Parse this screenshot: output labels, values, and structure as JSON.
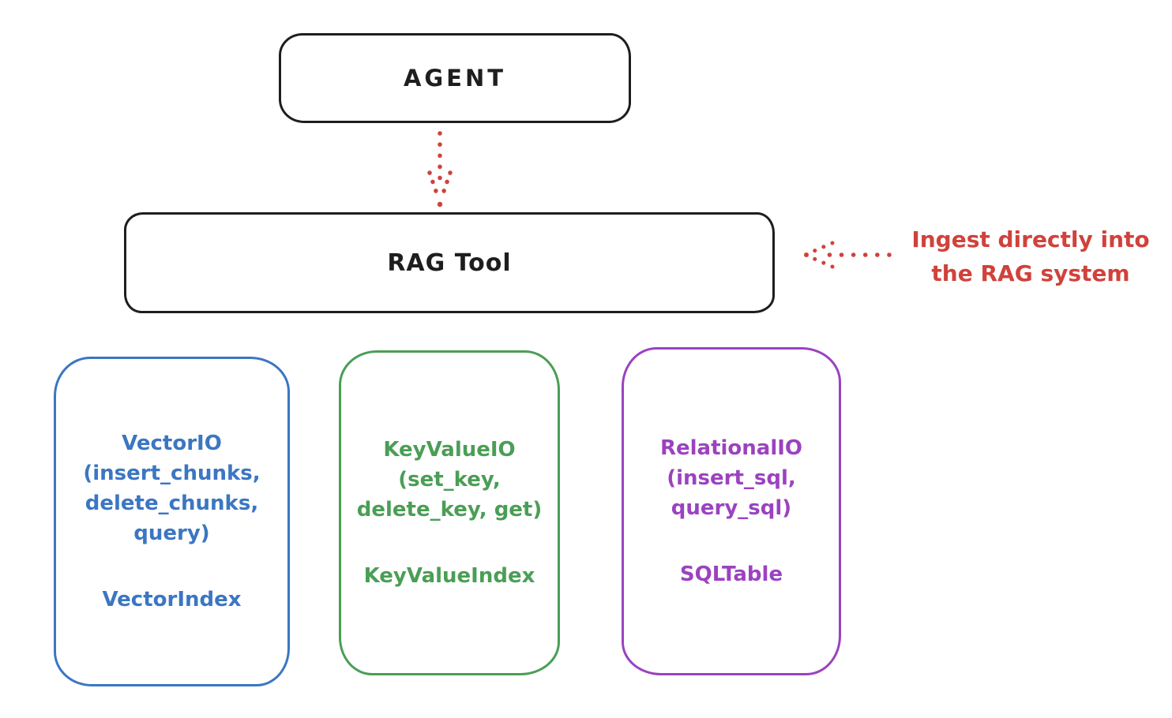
{
  "agent": {
    "label": "AGENT"
  },
  "rag_tool": {
    "label": "RAG Tool"
  },
  "annotation": {
    "text_line1": "Ingest directly into",
    "text_line2": "the RAG system"
  },
  "providers": [
    {
      "id": "vector-io",
      "lines": [
        "VectorIO",
        "(insert_chunks,",
        "delete_chunks,",
        "query)"
      ],
      "index_label": "VectorIndex",
      "color": "#3b76c2"
    },
    {
      "id": "keyvalue-io",
      "lines": [
        "KeyValueIO",
        "(set_key,",
        "delete_key, get)"
      ],
      "index_label": "KeyValueIndex",
      "color": "#4a9e55"
    },
    {
      "id": "relational-io",
      "lines": [
        "RelationalIO",
        "(insert_sql,",
        "query_sql)"
      ],
      "index_label": "SQLTable",
      "color": "#9b42c0"
    }
  ],
  "colors": {
    "stroke": "#1e1e1e",
    "red": "#d0423b",
    "blue": "#3b76c2",
    "green": "#4a9e55",
    "purple": "#9b42c0",
    "background": "#ffffff"
  }
}
